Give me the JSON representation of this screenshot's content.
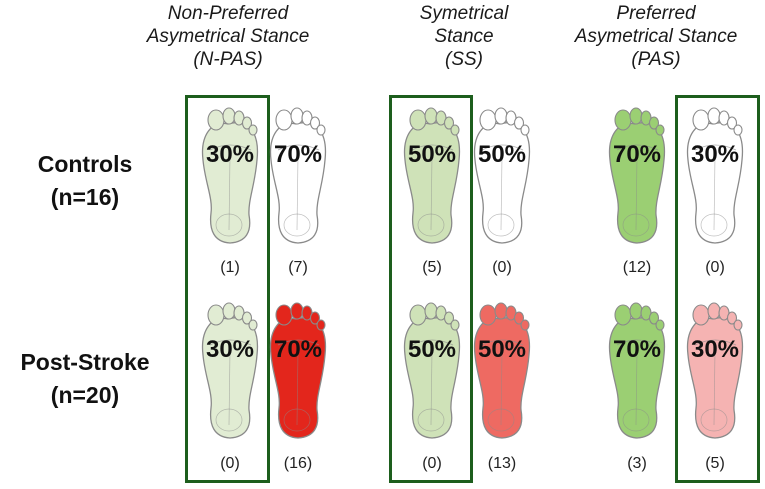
{
  "columns": [
    {
      "line1": "Non-Preferred",
      "line2": "Asymetrical Stance",
      "line3": "(N-PAS)"
    },
    {
      "line1": "Symetrical",
      "line2": "Stance",
      "line3": "(SS)"
    },
    {
      "line1": "Preferred",
      "line2": "Asymetrical Stance",
      "line3": "(PAS)"
    }
  ],
  "rows": [
    {
      "label1": "Controls",
      "label2": "(n=16)",
      "feet": [
        {
          "pct": "30%",
          "count": "(1)",
          "color": "#e1ecd3"
        },
        {
          "pct": "70%",
          "count": "(7)",
          "color": "#ffffff"
        },
        {
          "pct": "50%",
          "count": "(5)",
          "color": "#cfe2b8"
        },
        {
          "pct": "50%",
          "count": "(0)",
          "color": "#ffffff"
        },
        {
          "pct": "70%",
          "count": "(12)",
          "color": "#9bcf73"
        },
        {
          "pct": "30%",
          "count": "(0)",
          "color": "#ffffff"
        }
      ]
    },
    {
      "label1": "Post-Stroke",
      "label2": "(n=20)",
      "feet": [
        {
          "pct": "30%",
          "count": "(0)",
          "color": "#e1ecd3"
        },
        {
          "pct": "70%",
          "count": "(16)",
          "color": "#e3261c"
        },
        {
          "pct": "50%",
          "count": "(0)",
          "color": "#cfe2b8"
        },
        {
          "pct": "50%",
          "count": "(13)",
          "color": "#ee6a62"
        },
        {
          "pct": "70%",
          "count": "(3)",
          "color": "#9bcf73"
        },
        {
          "pct": "30%",
          "count": "(5)",
          "color": "#f5b3b2"
        }
      ]
    }
  ],
  "colors": {
    "highlight_box": "#1d5e1d",
    "outline": "#8a8a8a"
  }
}
